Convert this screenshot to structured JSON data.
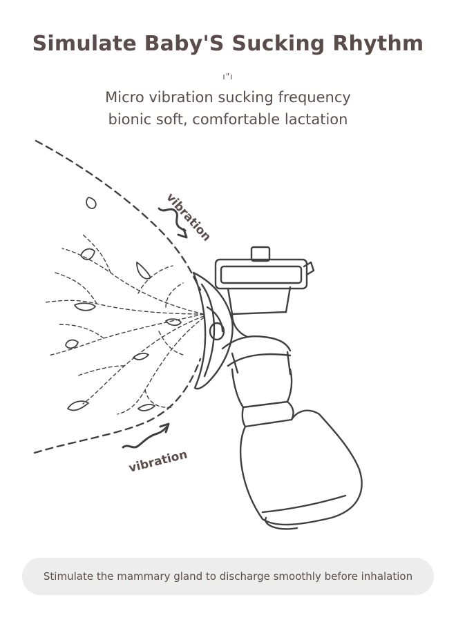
{
  "header": {
    "title": "Simulate Baby'S Sucking Rhythm",
    "divider_mark": "ı\"ı",
    "subtitle_line1": "Micro vibration sucking frequency",
    "subtitle_line2": "bionic soft, comfortable lactation"
  },
  "illustration": {
    "label_top": "vibration",
    "label_bottom": "vibration"
  },
  "footer": {
    "caption": "Stimulate the mammary gland to discharge smoothly before inhalation"
  },
  "colors": {
    "text": "#5a4c4a",
    "line": "#3f3f3f",
    "pill_bg": "#ededed"
  }
}
